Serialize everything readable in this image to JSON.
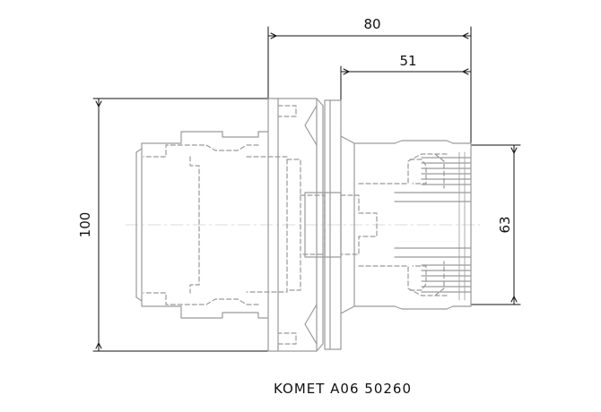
{
  "dimensions": {
    "overall_length": "80",
    "flange_to_end": "51",
    "shank_diameter": "100",
    "front_diameter": "63"
  },
  "caption": "KOMET A06 50260",
  "colors": {
    "outline": "#9a9a9a",
    "dimension": "#111111",
    "background": "#ffffff"
  }
}
